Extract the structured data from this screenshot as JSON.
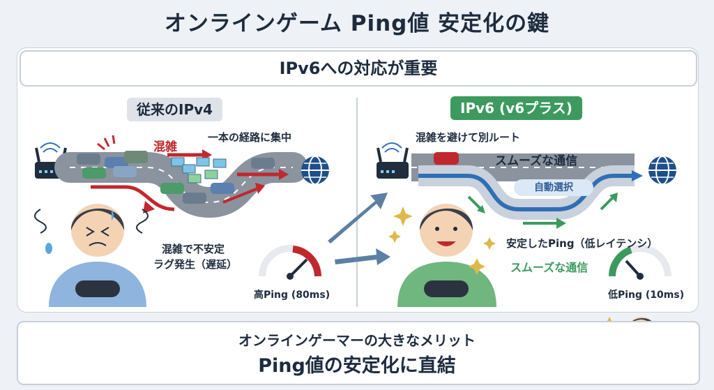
{
  "title": "オンラインゲーム Ping値 安定化の鍵",
  "subtitle": "IPv6への対応が重要",
  "left": {
    "badge": "従来のIPv4",
    "congestion_label": "混雑",
    "single_route_label": "一本の経路に集中",
    "unstable_line1": "混雑で不安定",
    "unstable_line2": "ラグ発生（遅延）",
    "ping_label": "高Ping (80ms)"
  },
  "right": {
    "badge": "IPv6 (v6プラス)",
    "bypass_label": "混雑を避けて別ルート",
    "smooth_label": "スムーズな通信",
    "auto_select_label": "自動選択",
    "stable_ping_label": "安定したPing（低レイテンシ）",
    "smooth_label_green": "スムーズな通信",
    "ping_label": "低Ping (10ms)"
  },
  "bottom": {
    "line1": "オンラインゲーマーの大きなメリット",
    "line2": "Ping値の安定化に直結"
  },
  "colors": {
    "accent_green": "#3c9a5f",
    "accent_red": "#c0282d",
    "accent_blue": "#2f6fb5",
    "road_gray": "#8a939e",
    "navy": "#1d2b3d"
  },
  "icons": [
    "router-icon",
    "globe-icon",
    "gamer-worried",
    "gamer-happy",
    "ping-gauge",
    "trophy-icon",
    "sparkle-icon"
  ]
}
